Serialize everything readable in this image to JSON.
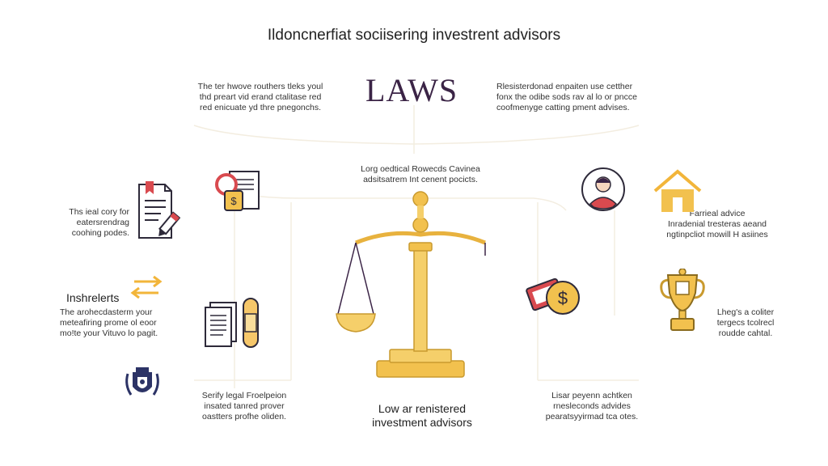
{
  "title": "Ildoncnerfiat sociisering investrent advisors",
  "center_heading": "LAWS",
  "top_left_text": [
    "The ter hwove routhers tleks youl",
    "thd preart vid erand ctalitase red",
    "red enicuate yd thre pnegonchs."
  ],
  "top_right_text": [
    "Rlesisterdonad enpaiten use cetther",
    "fonx the odibe sods rav al lo or pncce",
    "coofmenyge catting pment advises."
  ],
  "center_top_text": [
    "Lorg oedtical Rowecds Cavinea",
    "adsitsatrem Int cenent pocicts."
  ],
  "left_1_text": [
    "Ths ieal cory for",
    "eatersrendrag",
    "coohing podes."
  ],
  "left_2_heading": "Inshrelerts",
  "left_2_text": [
    "The arohecdasterm your",
    "meteafiring prome ol eoor",
    "mo!te your Vituvo lo pagit."
  ],
  "left_3_text": [
    "Serify legal Froelpeion",
    "insated tanred prover",
    "oastters profhe oliden."
  ],
  "bottom_center_text": [
    "Low ar renistered",
    "investment advisors"
  ],
  "bottom_right_text": [
    "Lisar peyenn achtken",
    "rnesleconds advides",
    "pearatsyyirmad tca otes."
  ],
  "right_1_text": [
    "Farrieal advice",
    "Inradenial tresteras aeand",
    "ngtinpcliot mowill H asiines"
  ],
  "right_2_text": [
    "Lheg's a coliter",
    "tergecs tcolrecl",
    "roudde cahtal."
  ],
  "icons": [
    "document-pen-icon",
    "badges-icon",
    "arrows-exchange-icon",
    "documents-icon",
    "bandage-icon",
    "crest-icon",
    "scales-icon",
    "person-avatar-icon",
    "house-icon",
    "dollar-coin-icon",
    "trophy-icon"
  ],
  "colors": {
    "gold": "#f2c14e",
    "dark": "#2e2a3a",
    "red": "#d94a4f",
    "navy": "#2c3366",
    "purple": "#3b2446"
  }
}
